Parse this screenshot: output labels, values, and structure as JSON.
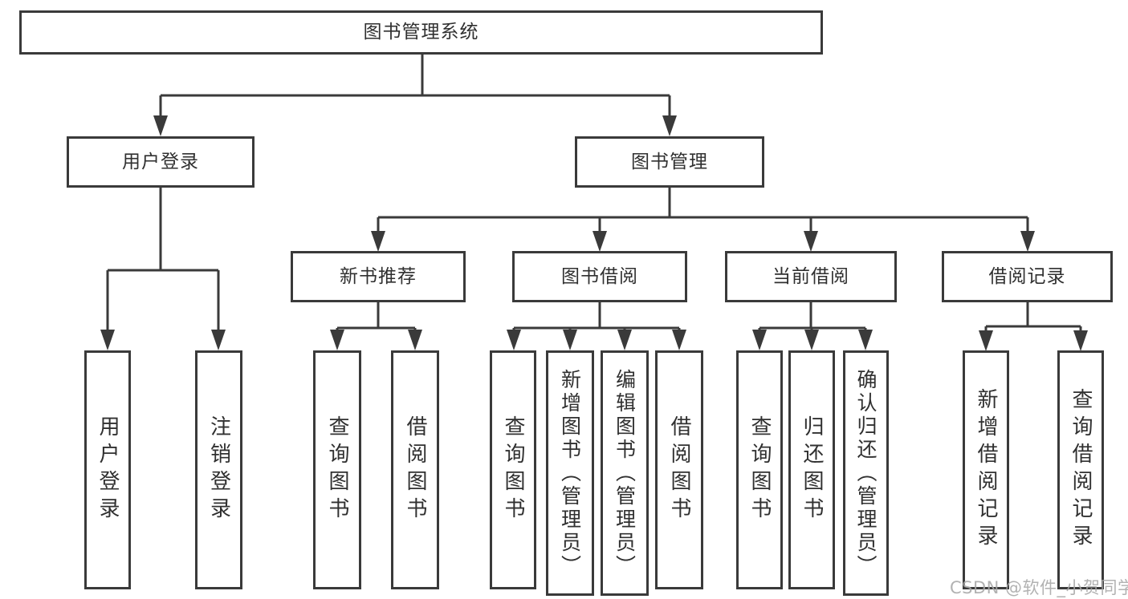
{
  "diagram": {
    "title": "图书管理系统",
    "level1": [
      {
        "label": "用户登录",
        "children": [
          {
            "label": "用户登录"
          },
          {
            "label": "注销登录"
          }
        ]
      },
      {
        "label": "图书管理",
        "children": [
          {
            "label": "新书推荐",
            "children": [
              {
                "label": "查询图书"
              },
              {
                "label": "借阅图书"
              }
            ]
          },
          {
            "label": "图书借阅",
            "children": [
              {
                "label": "查询图书"
              },
              {
                "label": "新增图书（管理员）"
              },
              {
                "label": "编辑图书（管理员）"
              },
              {
                "label": "借阅图书"
              }
            ]
          },
          {
            "label": "当前借阅",
            "children": [
              {
                "label": "查询图书"
              },
              {
                "label": "归还图书"
              },
              {
                "label": "确认归还（管理员）"
              }
            ]
          },
          {
            "label": "借阅记录",
            "children": [
              {
                "label": "新增借阅记录"
              },
              {
                "label": "查询借阅记录"
              }
            ]
          }
        ]
      }
    ]
  },
  "watermark": {
    "text": "CSDN @软件_小贺同学"
  },
  "colors": {
    "line": "#3a3a3a",
    "box_border": "#3a3a3a",
    "text": "#303030",
    "watermark": "#a8a8a8",
    "background": "#ffffff"
  }
}
